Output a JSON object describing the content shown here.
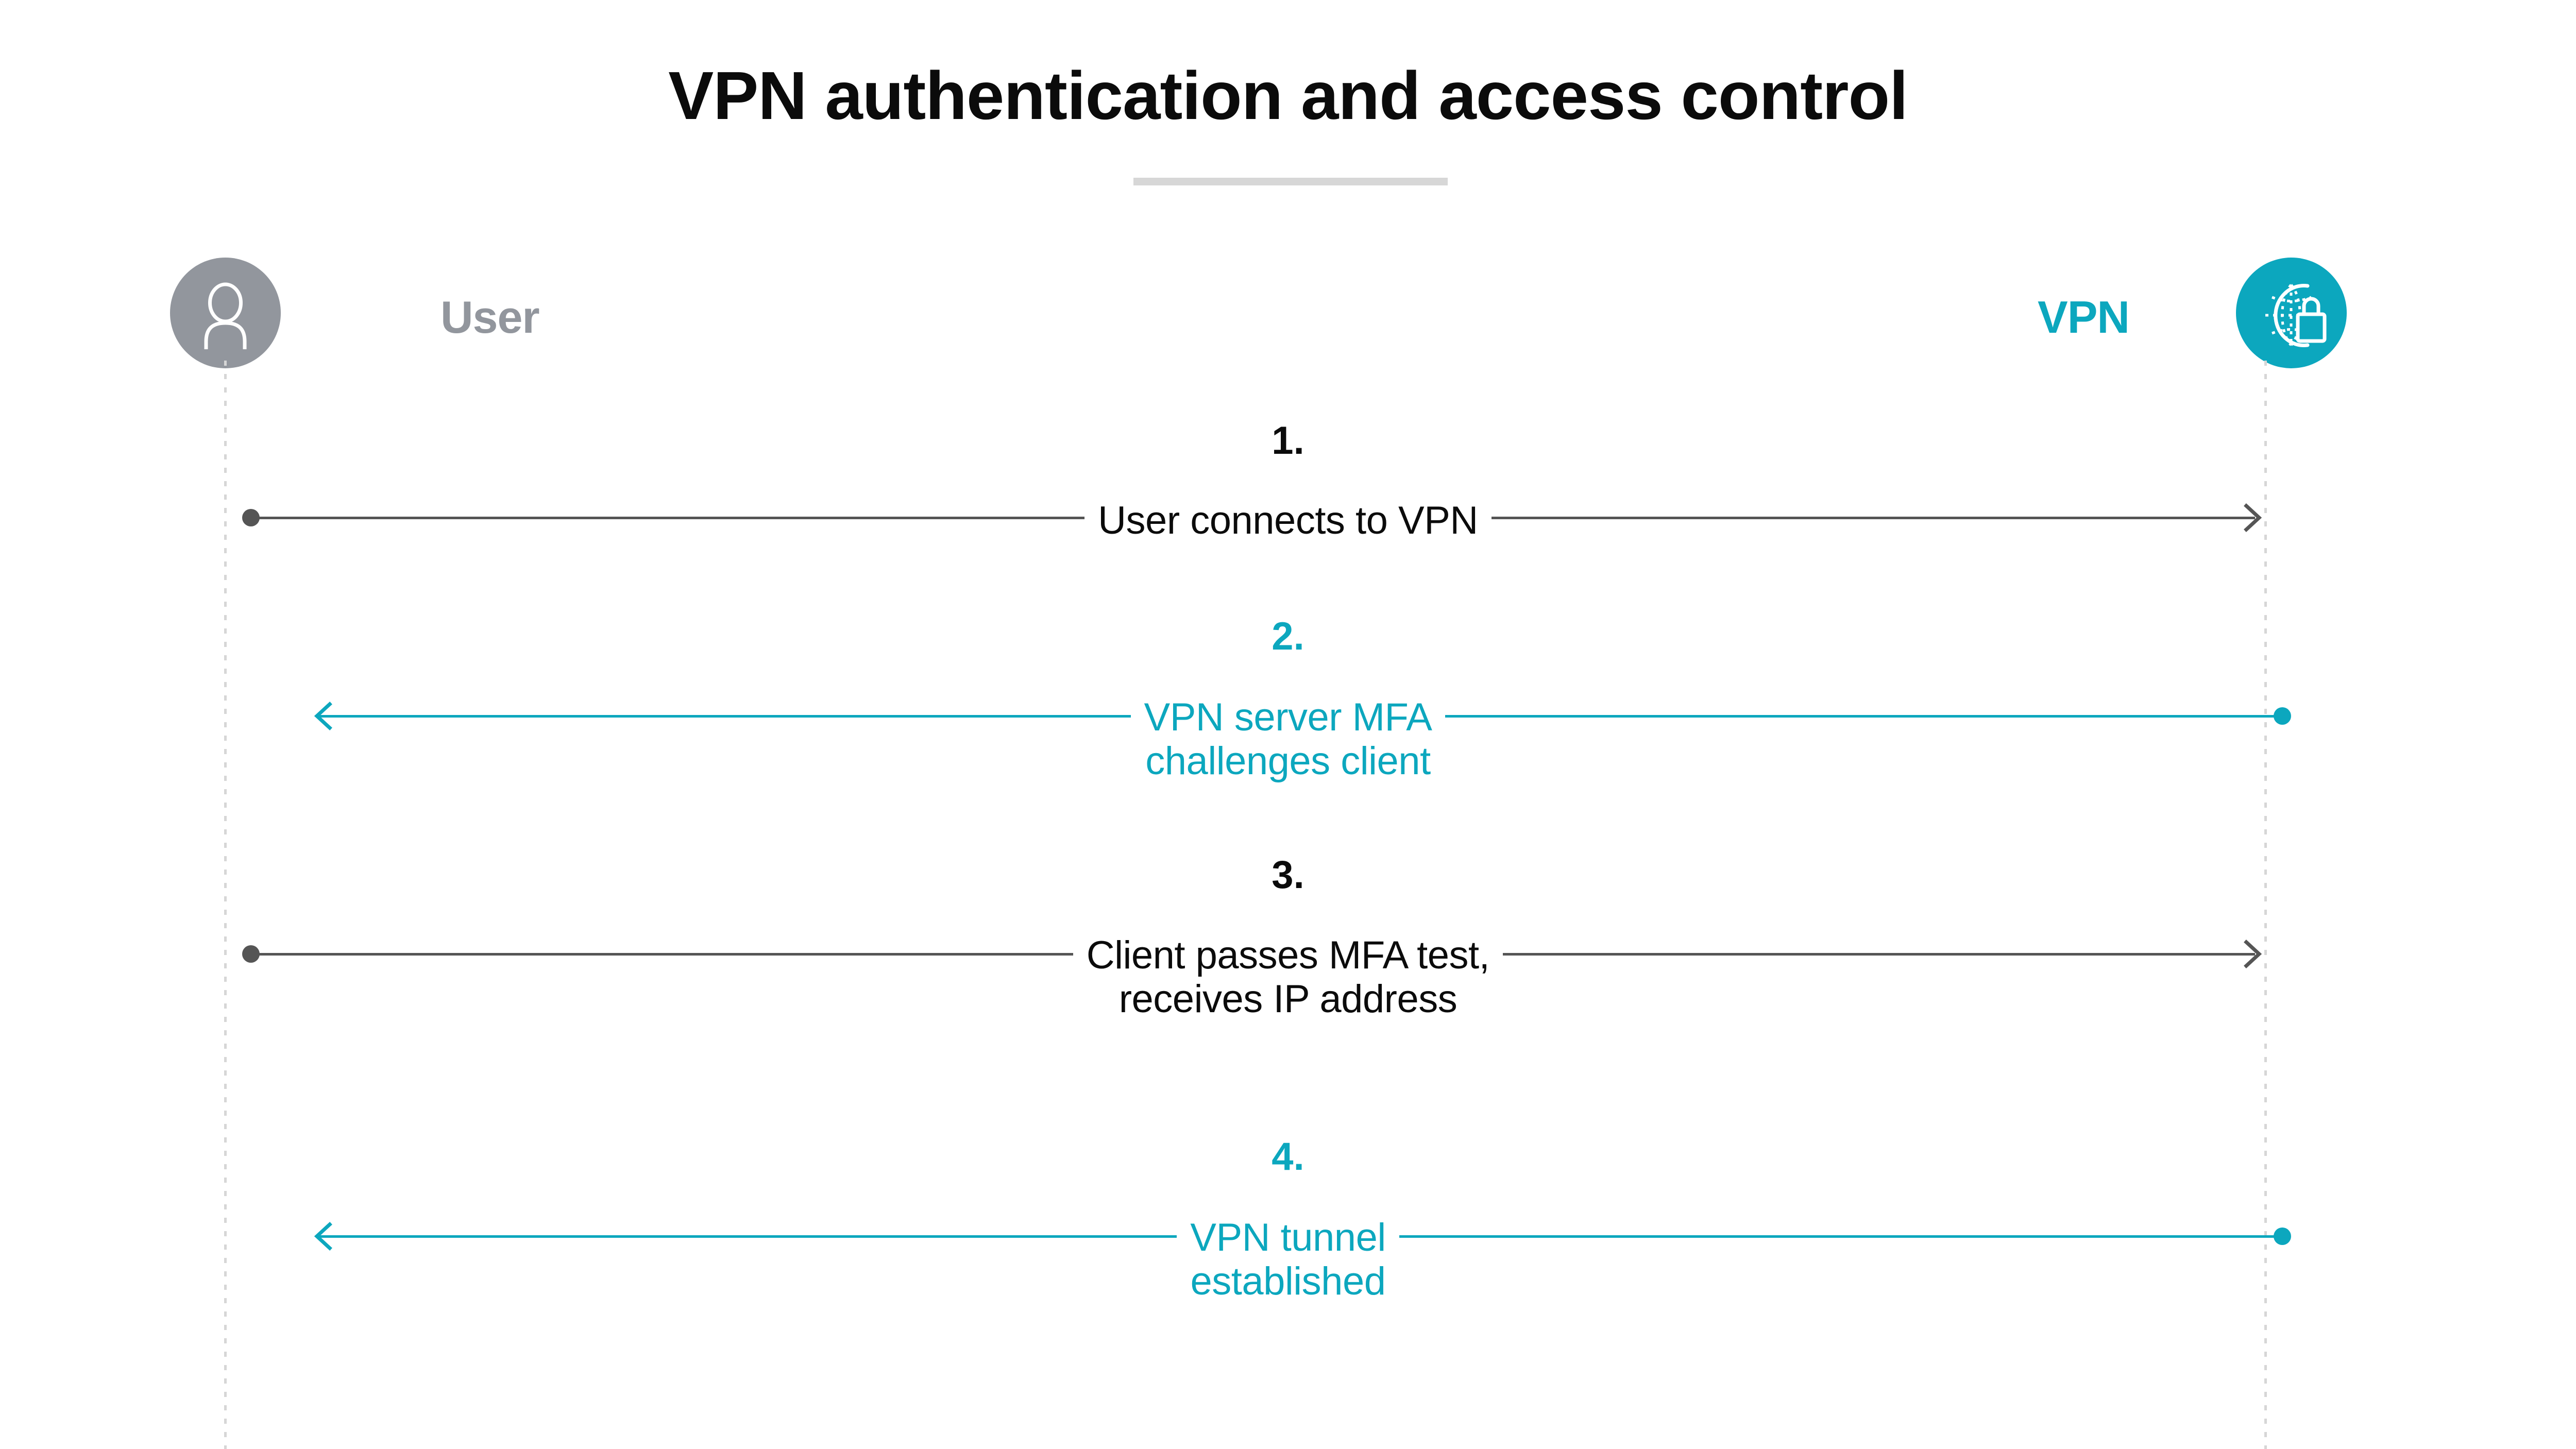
{
  "header": {
    "title": "VPN authentication and access control"
  },
  "actors": {
    "left": {
      "label": "User",
      "icon": "user-avatar-icon",
      "color": "#92969d"
    },
    "right": {
      "label": "VPN",
      "icon": "globe-lock-icon",
      "color": "#0ca7be"
    }
  },
  "colors": {
    "teal": "#0ca7be",
    "gray": "#92969d",
    "dark": "#4d4d4d",
    "rule": "#d7d7d7",
    "lifeline": "#d6d6d6"
  },
  "messages": [
    {
      "number": "1.",
      "text": "User connects to VPN",
      "direction": "left-to-right",
      "color": "dark"
    },
    {
      "number": "2.",
      "text": "VPN server MFA\nchallenges client",
      "direction": "right-to-left",
      "color": "teal"
    },
    {
      "number": "3.",
      "text": "Client passes MFA test,\nreceives IP address",
      "direction": "left-to-right",
      "color": "dark"
    },
    {
      "number": "4.",
      "text": "VPN tunnel\nestablished",
      "direction": "right-to-left",
      "color": "teal"
    }
  ]
}
